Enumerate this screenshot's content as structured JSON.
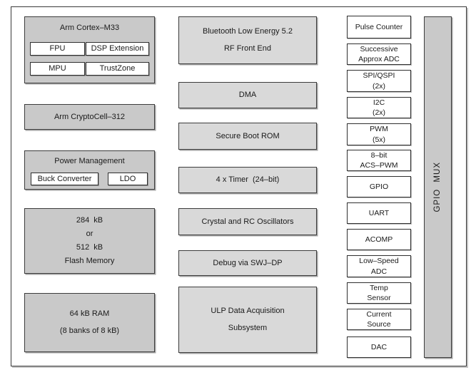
{
  "colors": {
    "block_gray": "#c9c9c9",
    "block_light_gray": "#d9d9d9",
    "box_white": "#ffffff",
    "border": "#3c3c3c",
    "text": "#1a1a1a"
  },
  "diagram": {
    "left_column": {
      "cortex": {
        "title": "Arm Cortex–M33",
        "sub_blocks": [
          "FPU",
          "DSP Extension",
          "MPU",
          "TrustZone"
        ]
      },
      "cryptocell": {
        "label": "Arm CryptoCell–312"
      },
      "power": {
        "title": "Power Management",
        "sub_blocks": [
          "Buck Converter",
          "LDO"
        ]
      },
      "flash": {
        "lines": [
          "284  kB",
          "or",
          "512  kB",
          "Flash Memory"
        ]
      },
      "ram": {
        "lines": [
          "64 kB RAM",
          "(8 banks of 8 kB)"
        ]
      }
    },
    "middle_column": [
      {
        "lines": [
          "Bluetooth Low Energy 5.2",
          "RF Front End"
        ]
      },
      {
        "lines": [
          "DMA"
        ]
      },
      {
        "lines": [
          "Secure Boot ROM"
        ]
      },
      {
        "lines": [
          "4 x Timer  (24–bit)"
        ]
      },
      {
        "lines": [
          "Crystal and RC Oscillators"
        ]
      },
      {
        "lines": [
          "Debug via SWJ–DP"
        ]
      },
      {
        "lines": [
          "ULP Data Acquisition",
          "Subsystem"
        ]
      }
    ],
    "right_column": [
      {
        "lines": [
          "Pulse Counter"
        ]
      },
      {
        "lines": [
          "Successive",
          "Approx ADC"
        ]
      },
      {
        "lines": [
          "SPI/QSPI",
          "(2x)"
        ]
      },
      {
        "lines": [
          "I2C",
          "(2x)"
        ]
      },
      {
        "lines": [
          "PWM",
          "(5x)"
        ]
      },
      {
        "lines": [
          "8–bit",
          "ACS–PWM"
        ]
      },
      {
        "lines": [
          "GPIO"
        ]
      },
      {
        "lines": [
          "UART"
        ]
      },
      {
        "lines": [
          "ACOMP"
        ]
      },
      {
        "lines": [
          "Low–Speed",
          "ADC"
        ]
      },
      {
        "lines": [
          "Temp",
          "Sensor"
        ]
      },
      {
        "lines": [
          "Current",
          "Source"
        ]
      },
      {
        "lines": [
          "DAC"
        ]
      }
    ],
    "gpio_mux": {
      "label": "GPIO MUX"
    }
  }
}
